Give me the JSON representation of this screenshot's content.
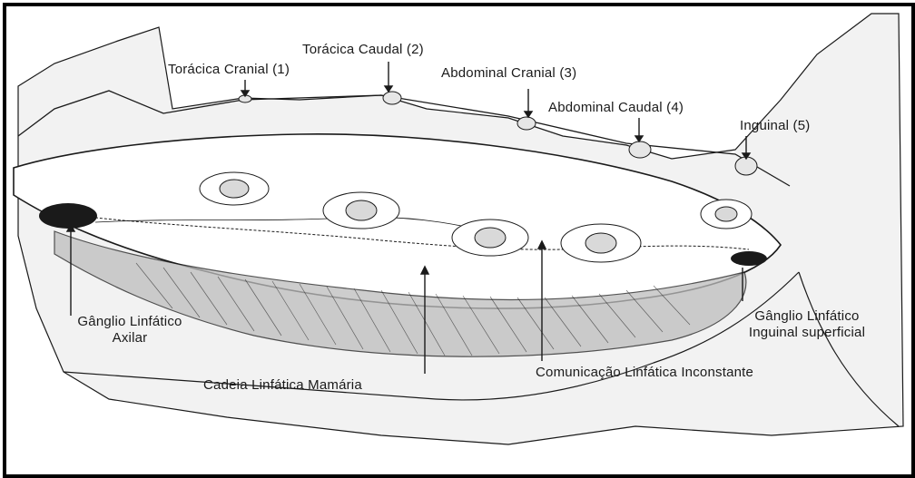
{
  "labels": {
    "toracica_cranial": "Torácica Cranial (1)",
    "toracica_caudal": "Torácica Caudal (2)",
    "abdominal_cranial": "Abdominal Cranial (3)",
    "abdominal_caudal": "Abdominal Caudal (4)",
    "inguinal": "Inguinal (5)",
    "ganglio_axilar_line1": "Gânglio Linfático",
    "ganglio_axilar_line2": "Axilar",
    "ganglio_inguinal_line1": "Gânglio Linfático",
    "ganglio_inguinal_line2": "Inguinal superficial",
    "cadeia_mamaria": "Cadeia Linfática Mamária",
    "comunicacao": "Comunicação Linfática Inconstante"
  },
  "colors": {
    "ink": "#1a1a1a",
    "skin": "#f2f2f2",
    "shade": "#bdbdbd",
    "frame": "#000000"
  }
}
